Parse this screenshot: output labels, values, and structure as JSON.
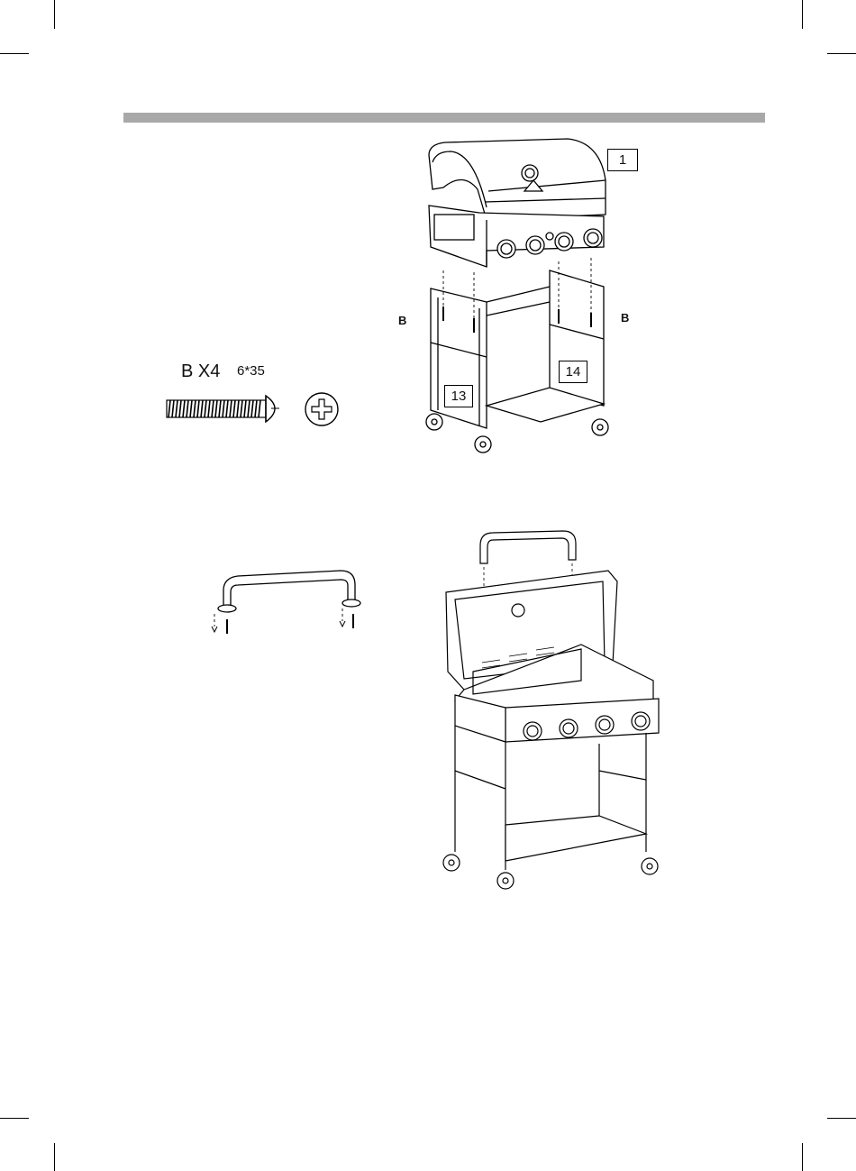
{
  "step1": {
    "bolt_qty": "B X4",
    "bolt_size": "6*35",
    "left_bolt_label": "B",
    "right_bolt_label": "B",
    "part_burner_box": "1",
    "part_left_leg": "13",
    "part_right_leg": "14"
  }
}
